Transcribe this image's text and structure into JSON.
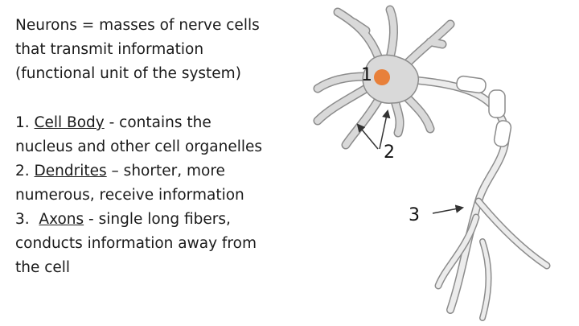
{
  "intro": {
    "lines": [
      "Neurons = masses of nerve cells",
      "that transmit information",
      "(functional unit of the system)"
    ]
  },
  "items": [
    {
      "prefix": "1. ",
      "term": "Cell Body",
      "rest": " - contains the",
      "cont": [
        "nucleus and other cell organelles"
      ]
    },
    {
      "prefix": "2. ",
      "term": "Dendrites",
      "rest": " – shorter, more",
      "cont": [
        "numerous, receive information"
      ]
    },
    {
      "prefix": "3.  ",
      "term": "Axons",
      "rest": " - single long fibers,",
      "cont": [
        "conducts information away from",
        "the cell"
      ]
    }
  ],
  "diagram": {
    "labels": [
      "1",
      "2",
      "3"
    ],
    "colors": {
      "cell_fill": "#d9d9d9",
      "outline": "#8c8c8c",
      "nucleus": "#e8803a",
      "arrow": "#333333"
    }
  }
}
